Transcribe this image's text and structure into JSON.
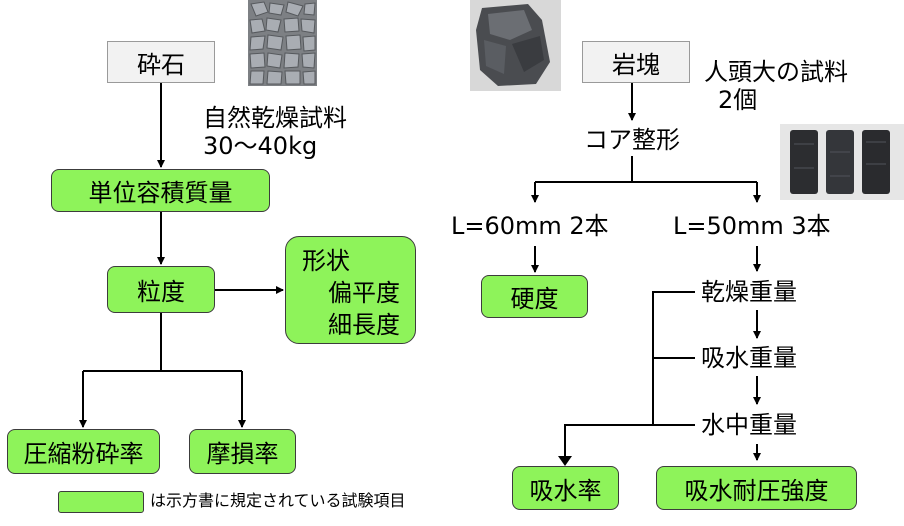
{
  "left": {
    "saiseki": "砕石",
    "sample_line1": "自然乾燥試料",
    "sample_line2": "30～40kg",
    "unit_volume_mass": "単位容積質量",
    "gradation": "粒度",
    "shape_line1": "形状",
    "shape_line2": "偏平度",
    "shape_line3": "細長度",
    "crushing_ratio": "圧縮粉砕率",
    "abrasion_ratio": "摩損率"
  },
  "right": {
    "gankai": "岩塊",
    "sample_line1": "人頭大の試料",
    "sample_line2": "2個",
    "core_shaping": "コア整形",
    "l60": "L=60mm 2本",
    "l50": "L=50mm 3本",
    "hardness": "硬度",
    "dry_weight": "乾燥重量",
    "absorbed_weight": "吸水重量",
    "underwater_weight": "水中重量",
    "absorption_rate": "吸水率",
    "absorbed_strength": "吸水耐圧強度"
  },
  "legend": {
    "text": "は示方書に規定されている試験項目"
  },
  "colors": {
    "test_item_fill": "#8ef35a",
    "start_box_fill": "#f2f2f2"
  }
}
